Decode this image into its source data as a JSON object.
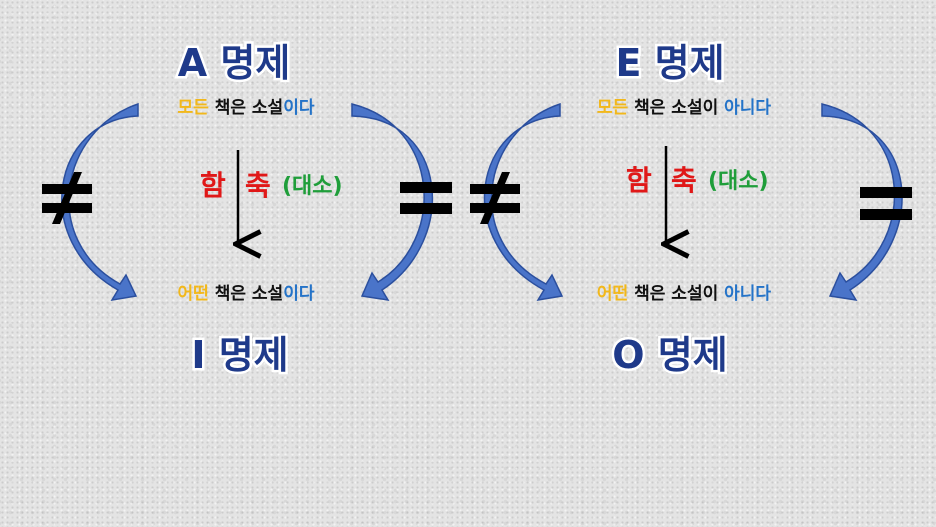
{
  "left": {
    "top_title": "A 명제",
    "bottom_title": "I 명제",
    "top_sentence": {
      "quantifier": "모든",
      "subject": "책은 소설",
      "predicate": "이다"
    },
    "bottom_sentence": {
      "quantifier": "어떤",
      "subject": "책은 소설",
      "predicate": "이다"
    },
    "implication": {
      "red_1": "함",
      "red_2": "축",
      "green": "(대소)"
    },
    "left_symbol": "≠",
    "right_symbol": "="
  },
  "right": {
    "top_title": "E 명제",
    "bottom_title": "O 명제",
    "top_sentence": {
      "quantifier": "모든",
      "subject": "책은 소설이",
      "predicate": "아니다"
    },
    "bottom_sentence": {
      "quantifier": "어떤",
      "subject": "책은 소설이",
      "predicate": "아니다"
    },
    "implication": {
      "red_1": "함",
      "red_2": "축",
      "green": "(대소)"
    },
    "left_symbol": "≠",
    "right_symbol": "="
  },
  "colors": {
    "title": "#1f3a8a",
    "quantifier": "#f2b81b",
    "predicate": "#2473c8",
    "implication_red": "#e01818",
    "implication_green": "#1f9e3a",
    "curve_arrow": "#4a74c9"
  },
  "icons": [
    "not-equal-icon",
    "equal-icon",
    "curved-arrow-icon",
    "down-arrow-icon"
  ]
}
